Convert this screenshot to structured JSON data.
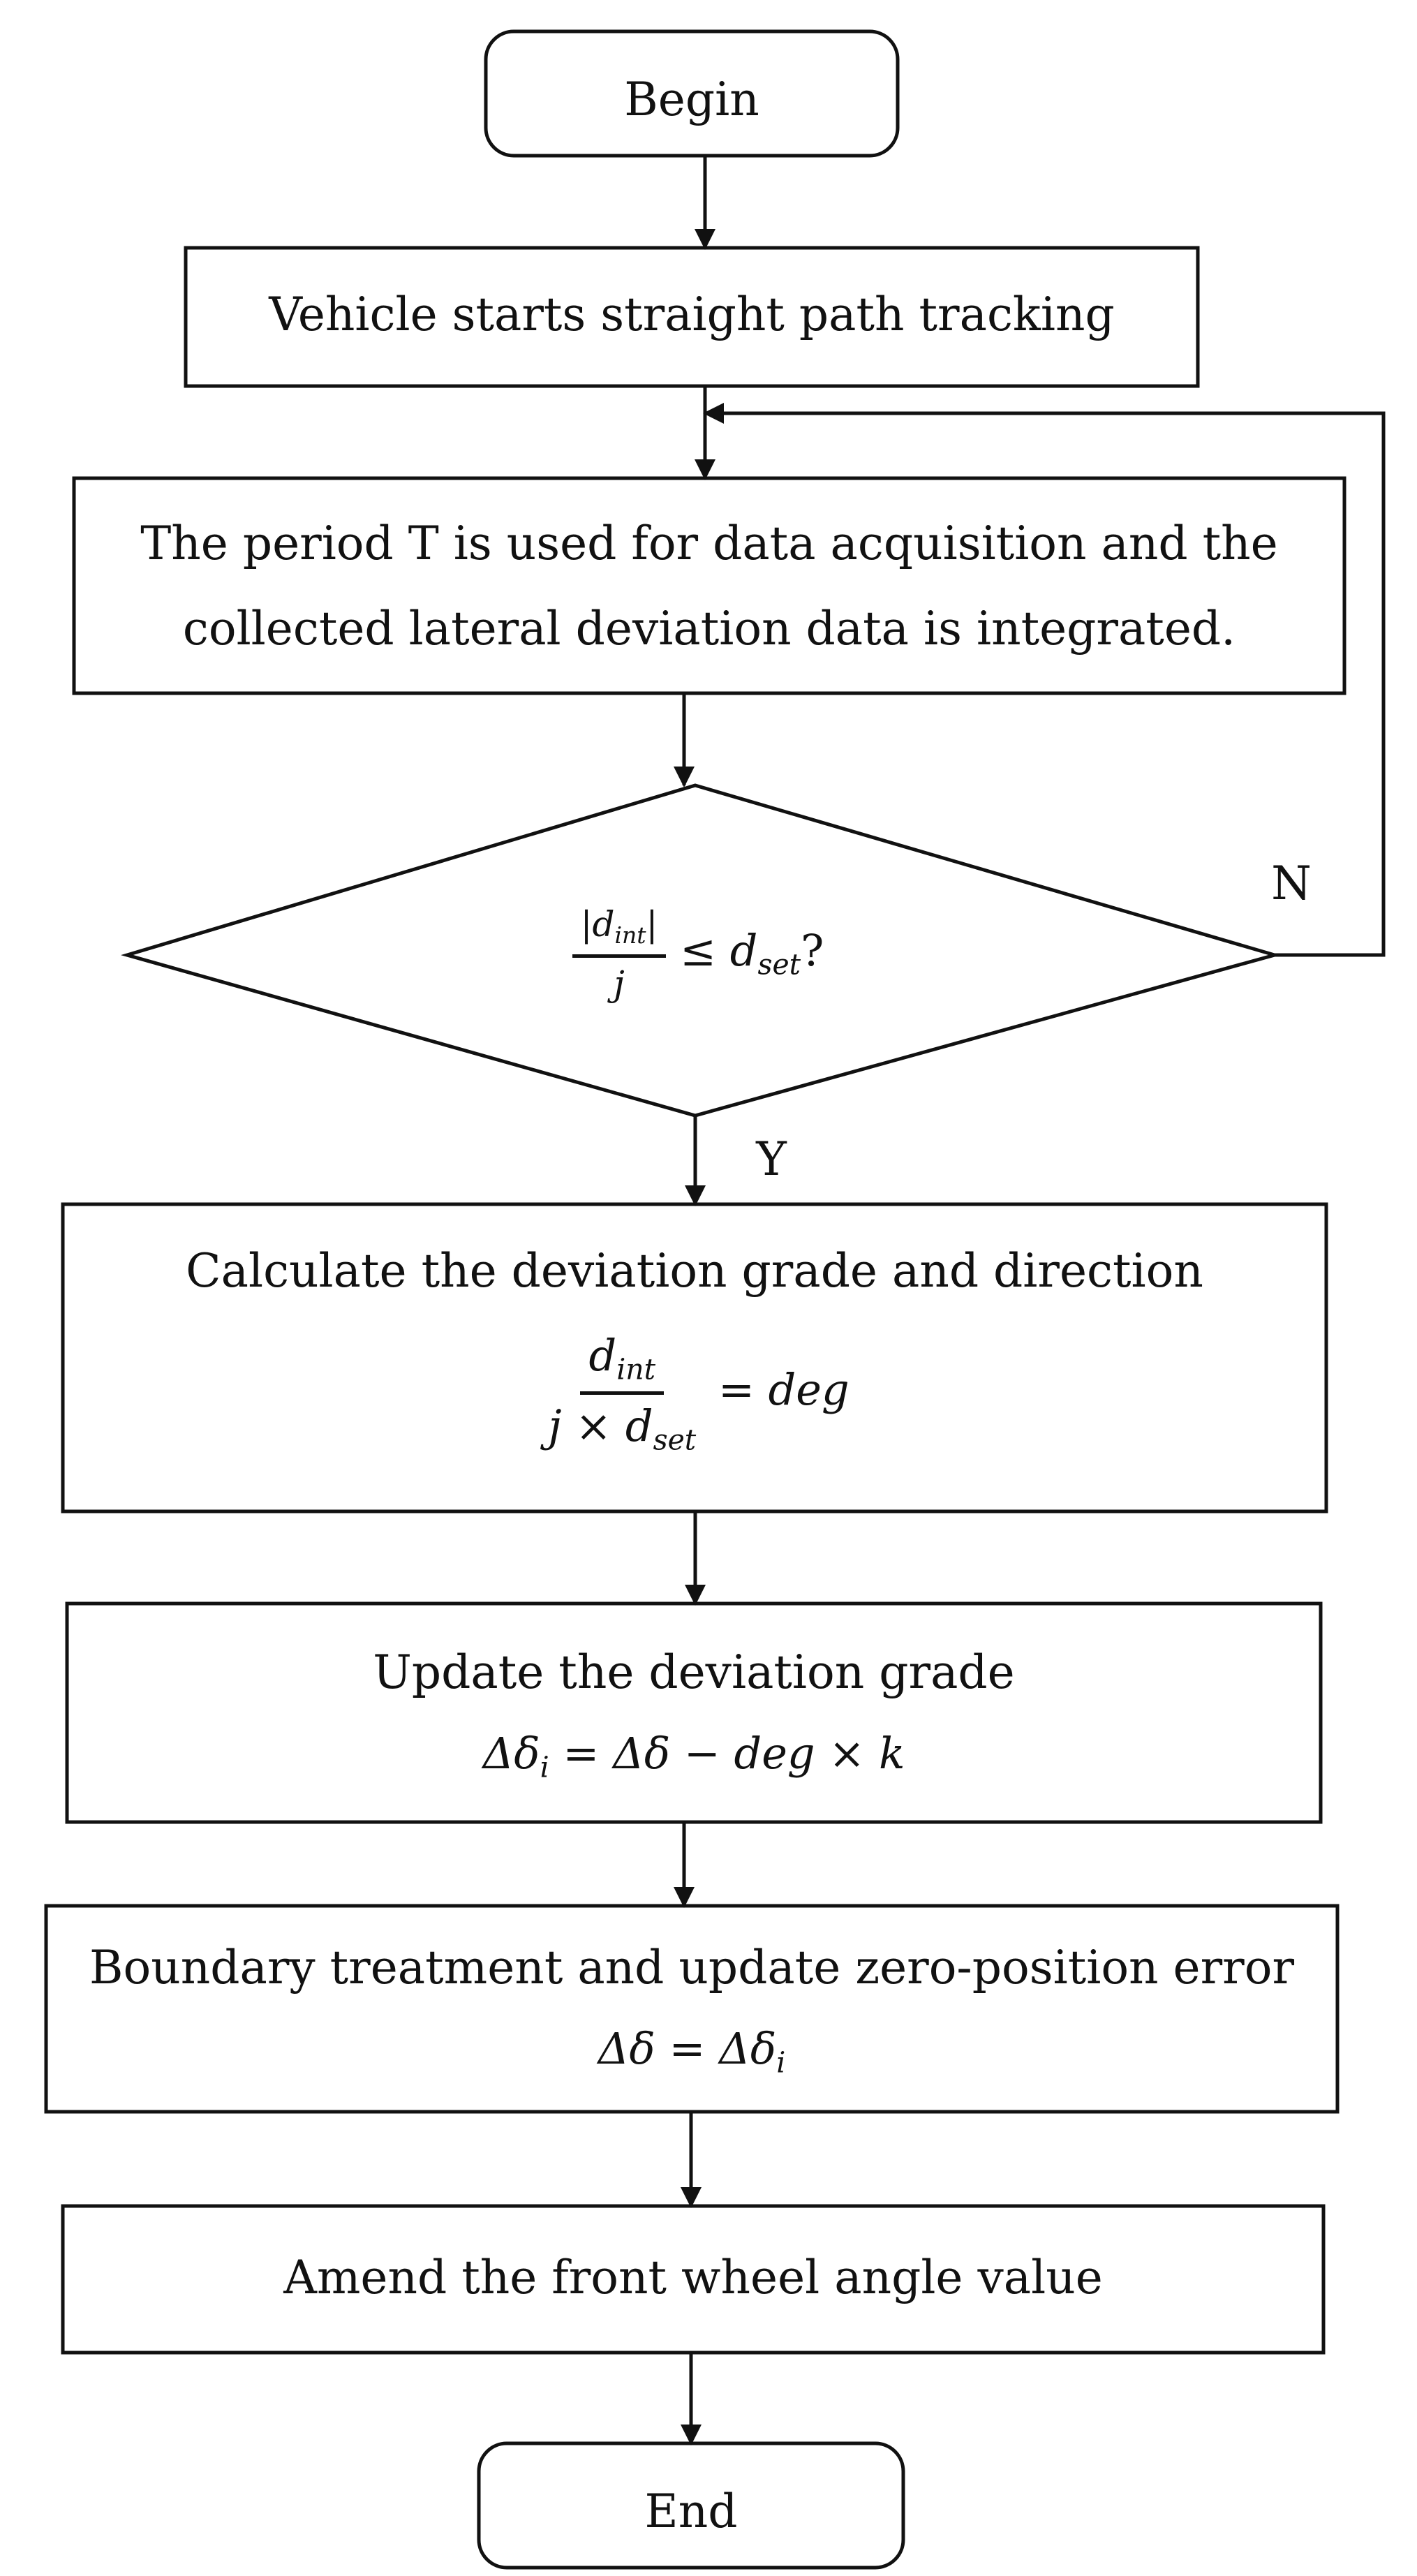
{
  "nodes": {
    "begin": "Begin",
    "start_tracking": "Vehicle starts straight path tracking",
    "acquire_line1": "The period T is used for data acquisition and the",
    "acquire_line2": "collected lateral deviation data is integrated.",
    "decision": {
      "num_abs": "|d",
      "num_sub": "int",
      "num_close": "|",
      "den": "j",
      "rel": "≤ d",
      "rel_sub": "set",
      "q": "?"
    },
    "calc_title": "Calculate the deviation grade and direction",
    "calc_formula": {
      "num": "d",
      "num_sub": "int",
      "den": "j × d",
      "den_sub": "set",
      "rhs": "= deg"
    },
    "update_title": "Update the deviation grade",
    "update_formula": {
      "lhs": "Δδ",
      "lhs_sub": "i",
      "rhs": "= Δδ − deg × k"
    },
    "boundary_title": "Boundary treatment and update zero-position error",
    "boundary_formula": {
      "lhs": "Δδ",
      "rhs": "= Δδ",
      "rhs_sub": "i"
    },
    "amend": "Amend the front wheel angle value",
    "end": "End"
  },
  "edges": {
    "no_label": "N",
    "yes_label": "Y"
  },
  "colors": {
    "stroke": "#111111",
    "background": "#ffffff"
  }
}
